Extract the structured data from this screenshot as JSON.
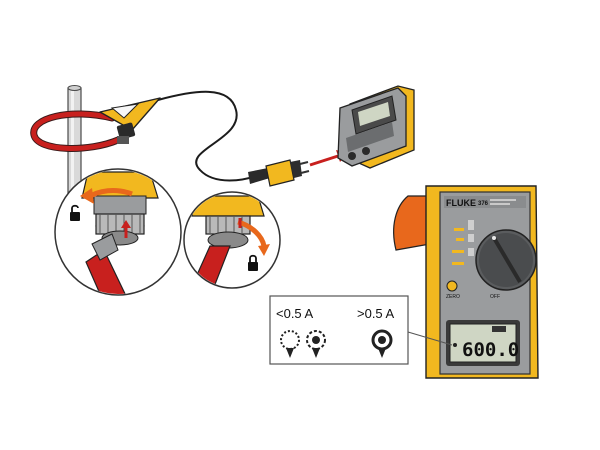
{
  "colors": {
    "fluke_yellow": "#f2b81f",
    "fluke_gray": "#9a9c9e",
    "dark_gray": "#3a3a3a",
    "flex_red": "#c8201e",
    "warning_orange": "#e8681c",
    "lcd_green": "#cfd6c4"
  },
  "meter": {
    "brand": "FLUKE",
    "model": "376",
    "display_value": "600.0",
    "zero_label": "ZERO",
    "off_label": "OFF"
  },
  "legend": {
    "low_threshold": "<0.5 A",
    "high_threshold": ">0.5 A"
  },
  "icons": [
    "unlock-icon",
    "lock-icon",
    "rotate-arrow-icon",
    "plug-arrow-icon"
  ]
}
